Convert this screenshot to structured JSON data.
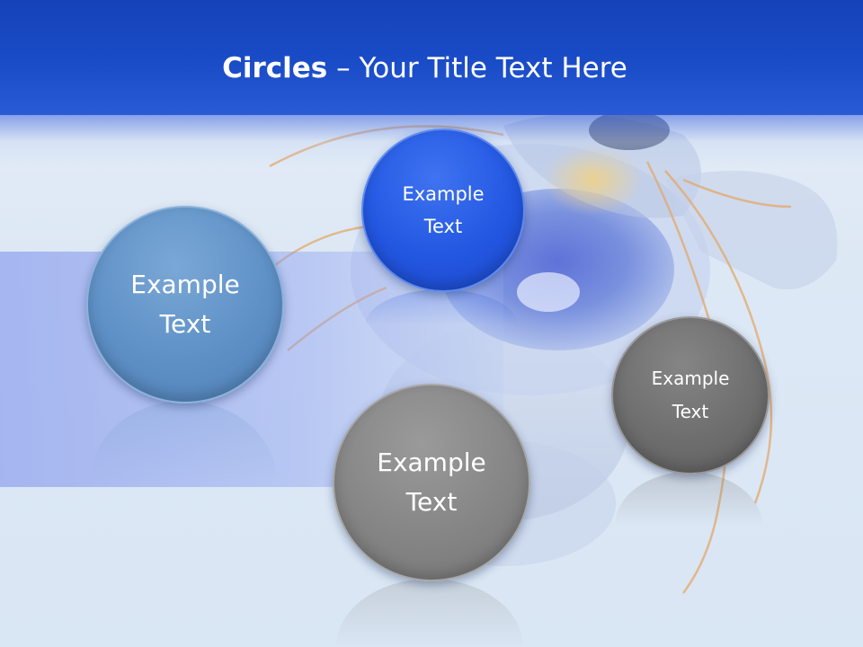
{
  "slide": {
    "title_bold": "Circles",
    "title_rest": " – Your Title Text Here"
  },
  "circles": [
    {
      "label": "Example\nText",
      "color": "#5e90c6"
    },
    {
      "label": "Example\nText",
      "color": "#2357e2"
    },
    {
      "label": "Example\nText",
      "color": "#858585"
    },
    {
      "label": "Example\nText",
      "color": "#6e6e6e"
    }
  ],
  "colors": {
    "header": "#1a4cc8",
    "background": "#dfe9f6",
    "band": "#8c9cf0",
    "nerve": "#e3a86a"
  },
  "illustration": "spine-vertebra-disc-image"
}
